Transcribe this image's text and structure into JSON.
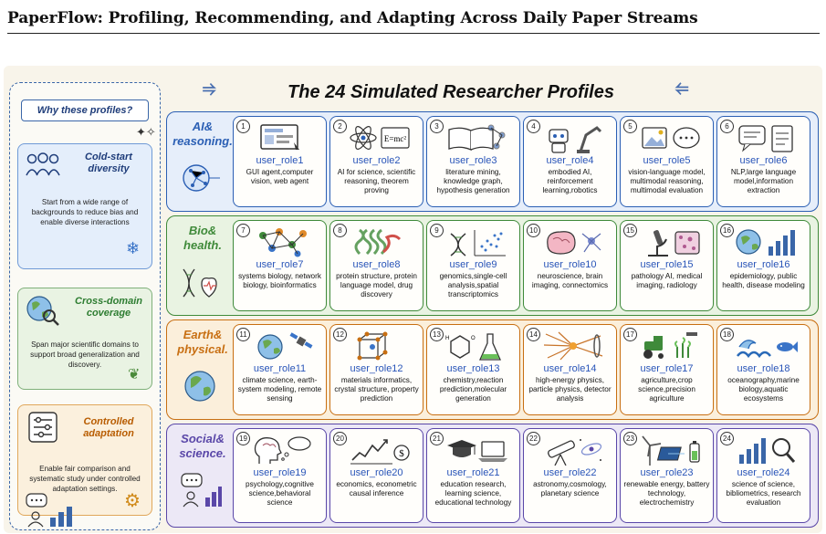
{
  "header": {
    "title": "PaperFlow: Profiling, Recommending, and Adapting Across Daily Paper Streams"
  },
  "figure": {
    "title": "The 24 Simulated Researcher Profiles"
  },
  "sidebar": {
    "heading": "Why these profiles?",
    "boxes": [
      {
        "title": "Cold-start diversity",
        "desc": "Start from a wide range of backgrounds to reduce bias and enable diverse interactions"
      },
      {
        "title": "Cross-domain coverage",
        "desc": "Span major scientific domains to support broad generalization and discovery."
      },
      {
        "title": "Controlled adaptation",
        "desc": "Enable fair comparison and systematic study under controlled adaptation settings."
      }
    ]
  },
  "groups": [
    {
      "label_lines": [
        "AI&",
        "reasoning."
      ],
      "color": "#2b5fb4",
      "fill": "#e6eefa",
      "cards": [
        {
          "num": "1",
          "name": "user_role1",
          "desc": "GUI agent,computer vision, web agent"
        },
        {
          "num": "2",
          "name": "user_role2",
          "desc": "AI for science, scientific reasoning, theorem proving",
          "icon_text": "E=mc²"
        },
        {
          "num": "3",
          "name": "user_role3",
          "desc": "literature mining, knowledge graph, hypothesis generation"
        },
        {
          "num": "4",
          "name": "user_role4",
          "desc": "embodied AI, reinforcement learning,robotics"
        },
        {
          "num": "5",
          "name": "user_role5",
          "desc": "vision-language model, multimodal reasoning, multimodal evaluation"
        },
        {
          "num": "6",
          "name": "user_role6",
          "desc": "NLP,large language model,information extraction"
        }
      ]
    },
    {
      "label_lines": [
        "Bio&",
        "health."
      ],
      "color": "#3f8a3a",
      "fill": "#e9f3e2",
      "cards": [
        {
          "num": "7",
          "name": "user_role7",
          "desc": "systems biology, network biology, bioinformatics"
        },
        {
          "num": "8",
          "name": "user_role8",
          "desc": "protein structure, protein language model, drug discovery"
        },
        {
          "num": "9",
          "name": "user_role9",
          "desc": "genomics,single-cell analysis,spatial transcriptomics"
        },
        {
          "num": "10",
          "name": "user_role10",
          "desc": "neuroscience, brain imaging, connectomics"
        },
        {
          "num": "15",
          "name": "user_role15",
          "desc": "pathology AI, medical imaging, radiology"
        },
        {
          "num": "16",
          "name": "user_role16",
          "desc": "epidemiology, public health, disease modeling"
        }
      ]
    },
    {
      "label_lines": [
        "Earth&",
        "physical."
      ],
      "color": "#c86f12",
      "fill": "#fbefdb",
      "cards": [
        {
          "num": "11",
          "name": "user_role11",
          "desc": "climate science, earth-system modeling, remote sensing"
        },
        {
          "num": "12",
          "name": "user_role12",
          "desc": "materials informatics, crystal structure, property prediction"
        },
        {
          "num": "13",
          "name": "user_role13",
          "desc": "chemistry,reaction prediction,molecular generation"
        },
        {
          "num": "14",
          "name": "user_role14",
          "desc": "high-energy physics, particle physics, detector analysis"
        },
        {
          "num": "17",
          "name": "user_role17",
          "desc": "agriculture,crop science,precision agriculture"
        },
        {
          "num": "18",
          "name": "user_role18",
          "desc": "oceanography,marine biology,aquatic ecosystems"
        }
      ]
    },
    {
      "label_lines": [
        "Social&",
        "science."
      ],
      "color": "#5a47a8",
      "fill": "#ece8f6",
      "cards": [
        {
          "num": "19",
          "name": "user_role19",
          "desc": "psychology,cognitive science,behavioral science"
        },
        {
          "num": "20",
          "name": "user_role20",
          "desc": "economics, econometric causal inference",
          "icon_text": "$"
        },
        {
          "num": "21",
          "name": "user_role21",
          "desc": "education research, learning science, educational technology"
        },
        {
          "num": "22",
          "name": "user_role22",
          "desc": "astronomy,cosmology, planetary science"
        },
        {
          "num": "23",
          "name": "user_role23",
          "desc": "renewable energy, battery technology, electrochemistry"
        },
        {
          "num": "24",
          "name": "user_role24",
          "desc": "science of science, bibliometrics, research evaluation"
        }
      ]
    }
  ]
}
